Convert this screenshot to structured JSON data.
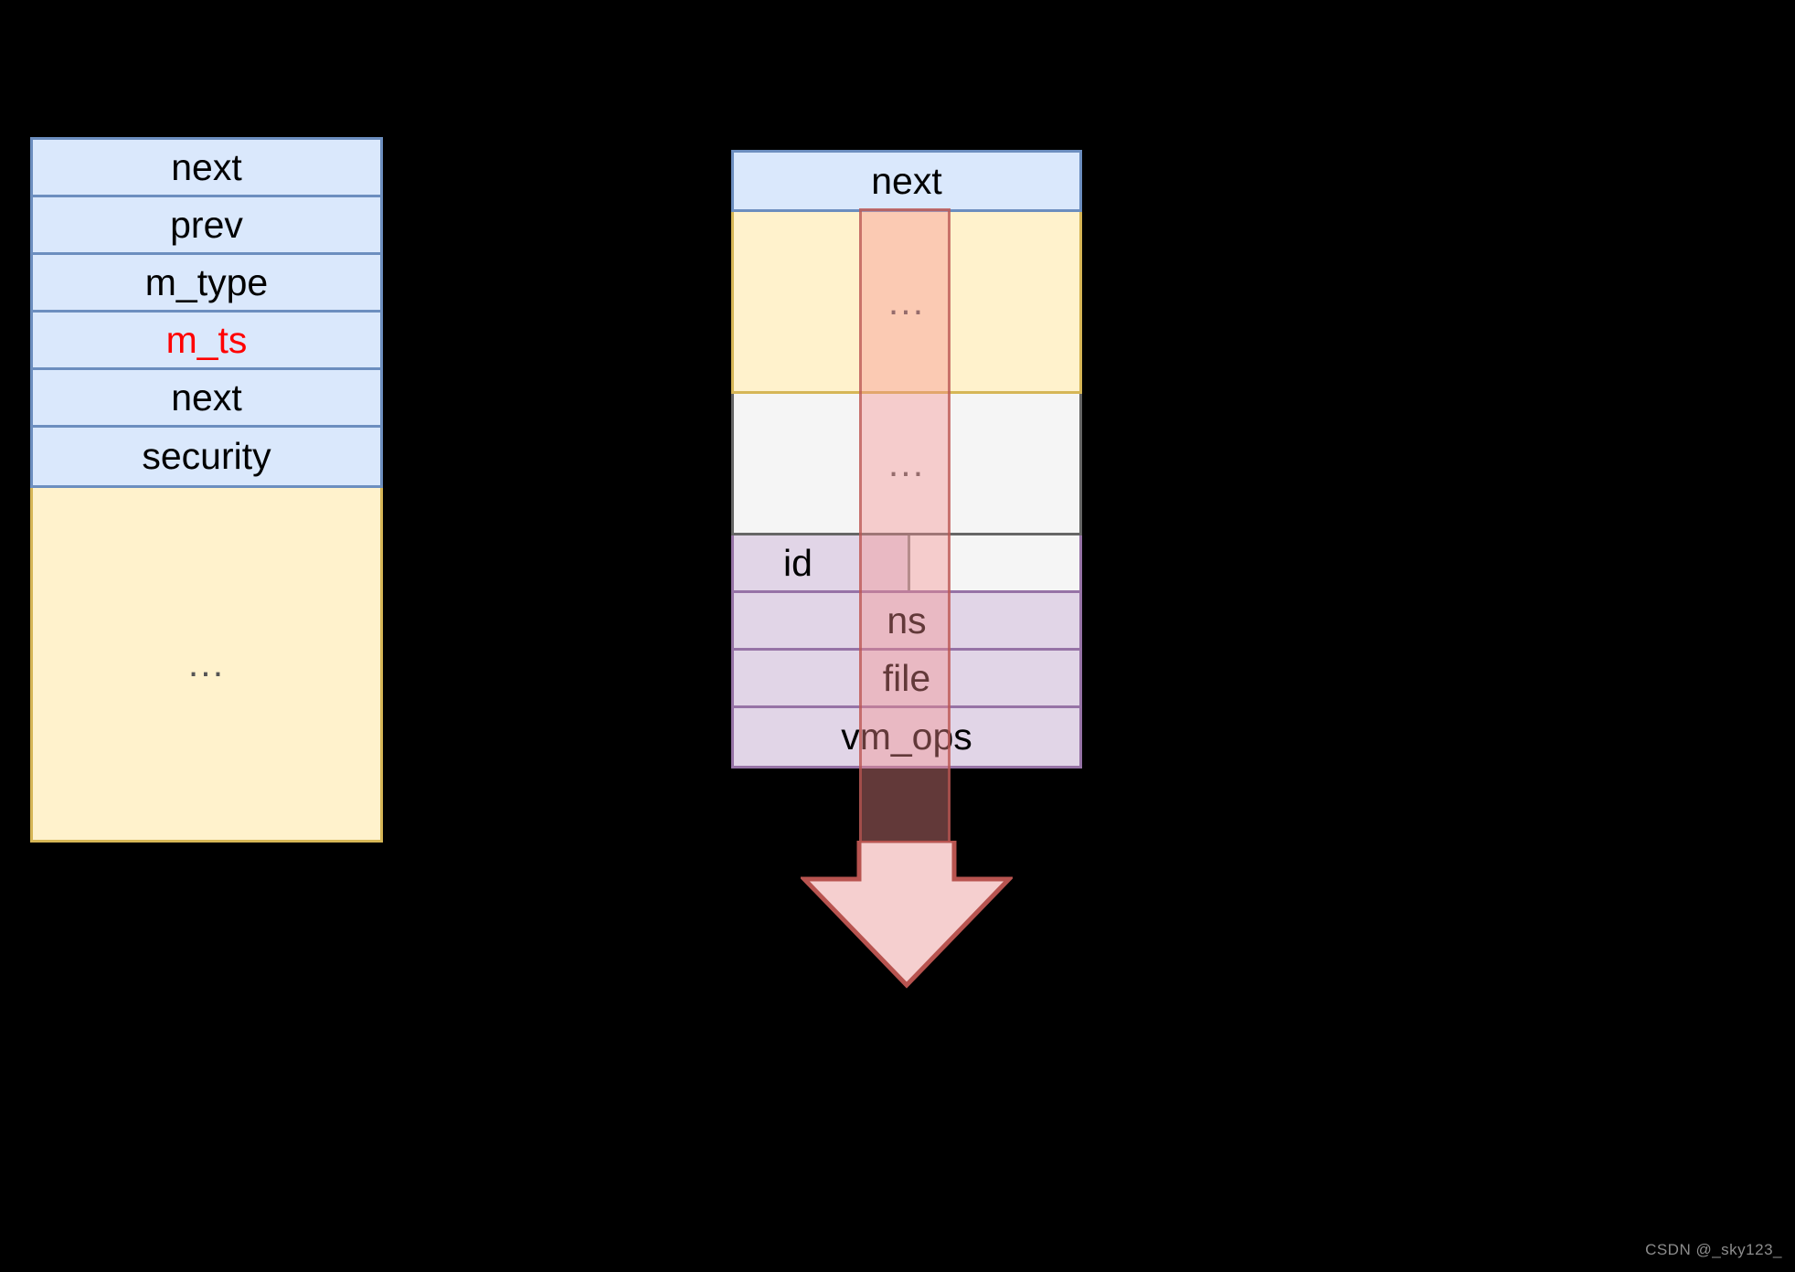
{
  "background_color": "#000000",
  "left_struct": {
    "name": "msg-msg-struct",
    "blue_fill": "#DAE8FC",
    "blue_border": "#6C8EBF",
    "yellow_fill": "#FFF2CC",
    "yellow_border": "#D6B656",
    "fields": [
      {
        "label": "next",
        "color": "#000000"
      },
      {
        "label": "prev",
        "color": "#000000"
      },
      {
        "label": "m_type",
        "color": "#000000"
      },
      {
        "label": "m_ts",
        "color": "#FF0000"
      },
      {
        "label": "next",
        "color": "#000000"
      },
      {
        "label": "security",
        "color": "#000000"
      }
    ],
    "tail": {
      "label": "..."
    }
  },
  "right_struct": {
    "name": "vm-area-struct",
    "header": {
      "label": "next",
      "fill": "#DAE8FC",
      "border": "#6C8EBF"
    },
    "yellow_section": {
      "label": "...",
      "fill": "#FFF2CC",
      "border": "#D6B656"
    },
    "gray_section": {
      "label": "...",
      "fill": "#F5F5F5",
      "border": "#666666"
    },
    "purple_fill": "#E1D5E7",
    "purple_border": "#9673A6",
    "purple_fields": [
      {
        "label": "id"
      },
      {
        "label": "ns"
      },
      {
        "label": "file"
      },
      {
        "label": "vm_ops"
      }
    ]
  },
  "overlay": {
    "name": "pink-highlight-column",
    "fill": "#F4BFBF",
    "border": "#B85450"
  },
  "arrow": {
    "name": "down-arrow",
    "direction": "down",
    "fill": "#F5CFCF",
    "border": "#B85450"
  },
  "watermark": {
    "text": "CSDN @_sky123_"
  }
}
